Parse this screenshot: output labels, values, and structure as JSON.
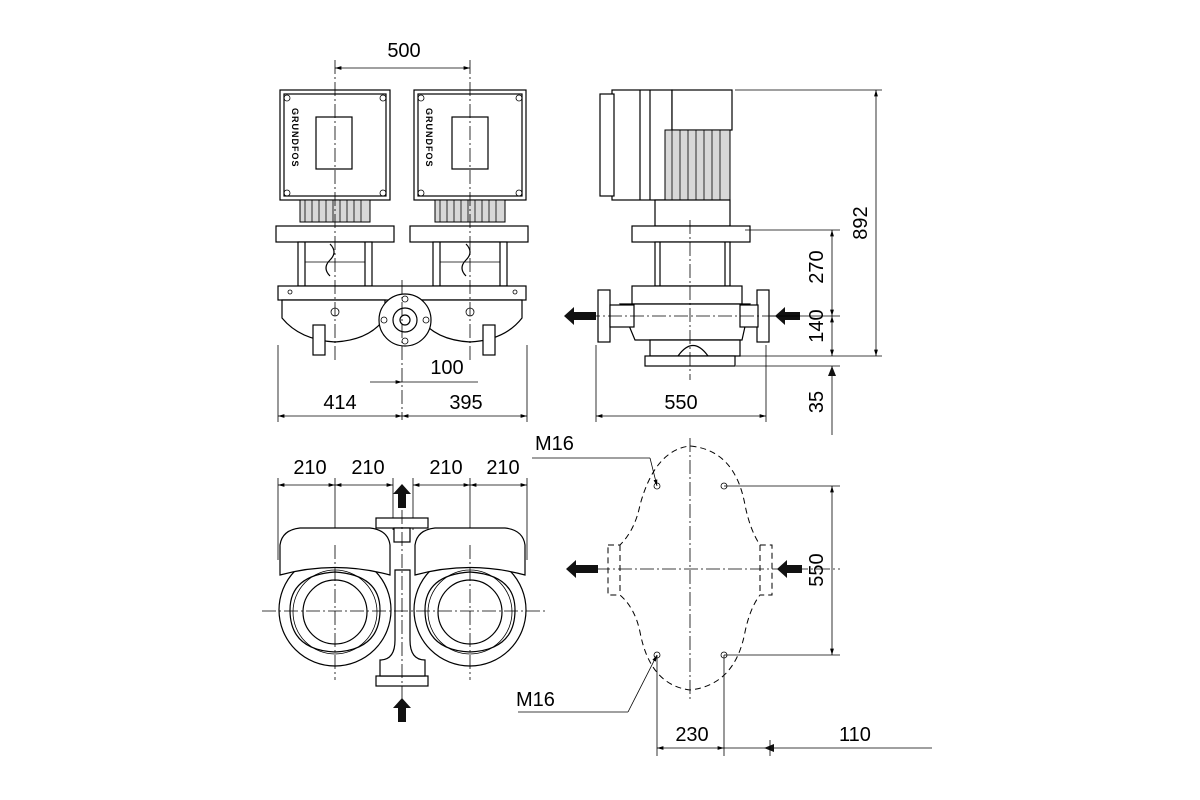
{
  "dimensions": {
    "motor_spacing": "500",
    "left_overall": "414",
    "right_overall": "395",
    "port_offset": "100",
    "side_length": "550",
    "total_height": "892",
    "upper_height": "270",
    "port_height": "140",
    "base_height": "35",
    "plan_210_a": "210",
    "plan_210_b": "210",
    "plan_210_c": "210",
    "plan_210_d": "210",
    "foot_length": "550",
    "foot_width": "230",
    "foot_offset": "110"
  },
  "labels": {
    "bolt_top": "M16",
    "bolt_bottom": "M16",
    "brand_left": "GRUNDFOS",
    "brand_right": "GRUNDFOS"
  }
}
